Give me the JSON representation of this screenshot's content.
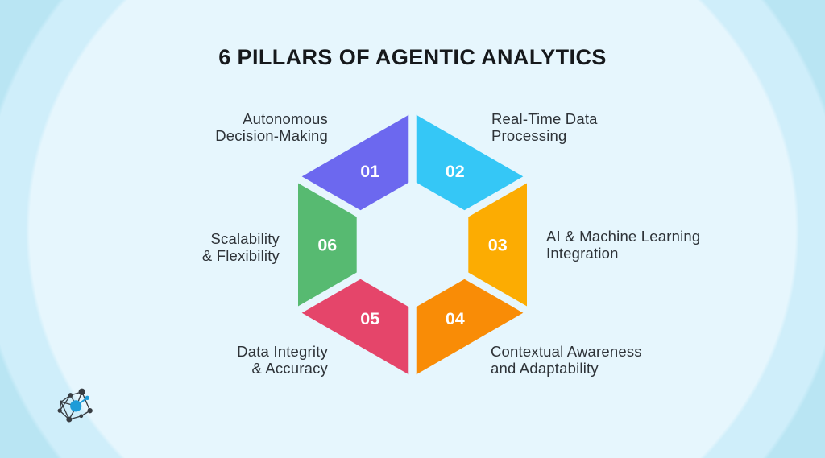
{
  "title": "6 PILLARS OF AGENTIC ANALYTICS",
  "pillars": [
    {
      "number": "01",
      "label": "Autonomous\nDecision-Making",
      "color": "#6c68ef"
    },
    {
      "number": "02",
      "label": "Real-Time Data\nProcessing",
      "color": "#35c7f6"
    },
    {
      "number": "03",
      "label": "AI & Machine Learning\nIntegration",
      "color": "#fcac02"
    },
    {
      "number": "04",
      "label": "Contextual Awareness\nand Adaptability",
      "color": "#f98c06"
    },
    {
      "number": "05",
      "label": "Data Integrity\n& Accuracy",
      "color": "#e5456a"
    },
    {
      "number": "06",
      "label": "Scalability\n& Flexibility",
      "color": "#57ba71"
    }
  ],
  "background": {
    "base": "#b9e5f3",
    "ring": "#cfeefa",
    "inner": "#e6f6fd"
  },
  "number_text_color": "#ffffff",
  "title_color": "#16191c",
  "label_color": "#2e3338",
  "logo": {
    "icon": "network-graph-logo-icon",
    "primary_color": "#1d9cd8",
    "node_color": "#383d42"
  }
}
